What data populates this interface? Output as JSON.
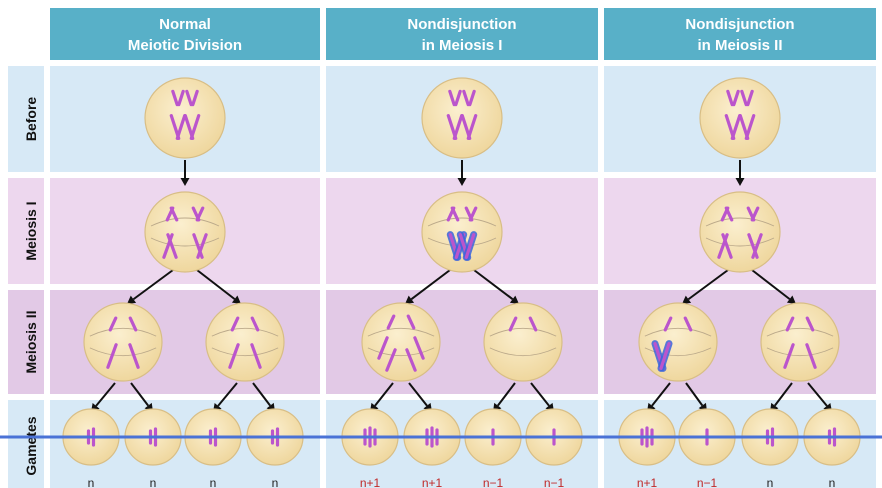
{
  "columns": [
    {
      "line1": "Normal",
      "line2": "Meiotic Division"
    },
    {
      "line1": "Nondisjunction",
      "line2": "in Meiosis I"
    },
    {
      "line1": "Nondisjunction",
      "line2": "in Meiosis II"
    }
  ],
  "rows": [
    "Before",
    "Meiosis I",
    "Meiosis II",
    "Gametes"
  ],
  "gamete_labels": [
    [
      "n",
      "n",
      "n",
      "n"
    ],
    [
      "n+1",
      "n+1",
      "n−1",
      "n−1"
    ],
    [
      "n+1",
      "n−1",
      "n",
      "n"
    ]
  ],
  "colors": {
    "header_bg": "#58b0c8",
    "before_bg": "#d7e9f6",
    "meiosis1_bg": "#edd7ee",
    "meiosis2_bg": "#e2c9e6",
    "gametes_bg": "#d7e9f6",
    "cell_fill": "#f6e3b6",
    "chromosome": "#bb55cc",
    "nondisjunction_glow": "#3c64dc",
    "normal_label": "#222222",
    "aneuploid_label": "#c02828",
    "overlay_line": "#4a72d6"
  }
}
